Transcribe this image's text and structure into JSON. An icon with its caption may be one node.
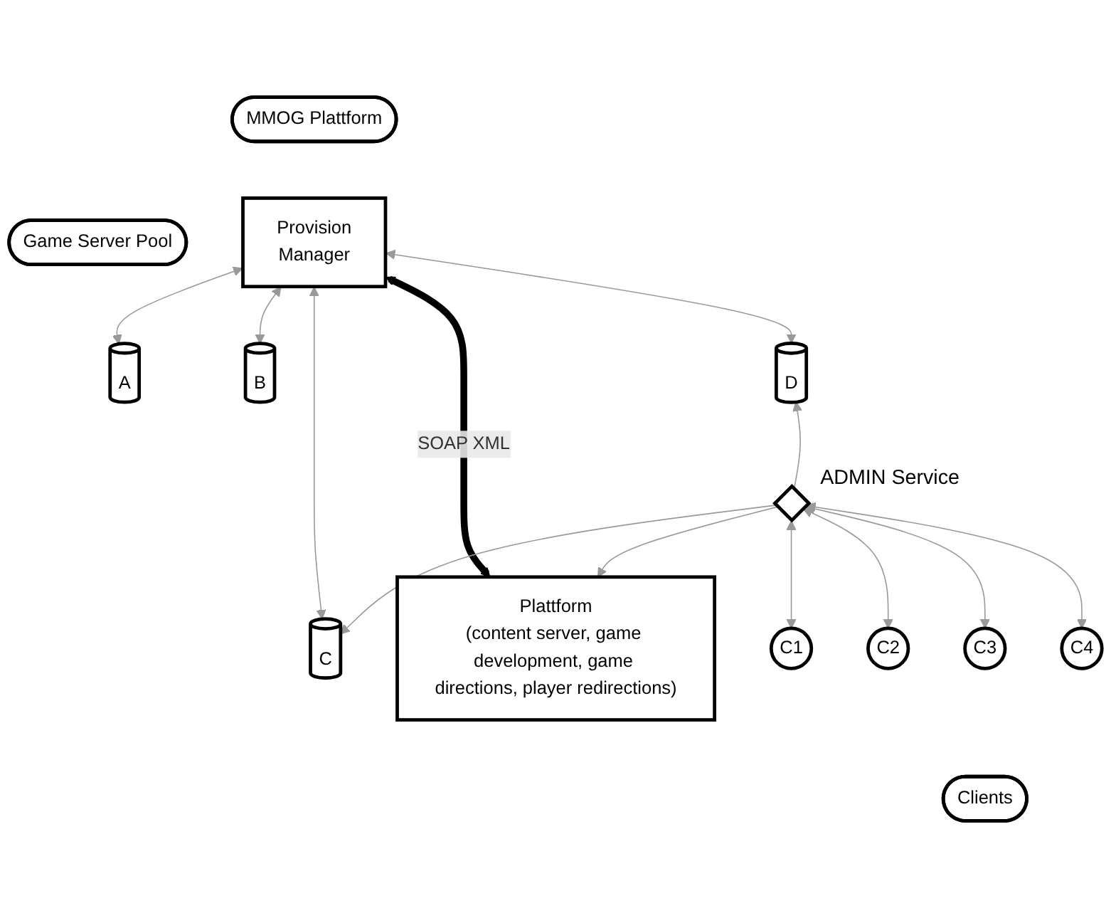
{
  "diagram": {
    "nodes": [
      {
        "text": [
          "Game Server Pool"
        ]
      },
      {
        "text": [
          "MMOG Plattform"
        ]
      },
      {
        "text": [
          "A"
        ]
      },
      {
        "text": [
          "B"
        ]
      },
      {
        "text": [
          "C"
        ]
      },
      {
        "text": [
          "D"
        ]
      },
      {
        "text": [
          "Provision",
          "Manager"
        ]
      },
      {
        "text": [
          "Plattform",
          "(content server, game development, game directions, player redirections)"
        ]
      },
      {
        "text": [],
        "shape": "diamond",
        "beside": [
          "ADMIN Service"
        ]
      },
      {
        "text": [
          "C1"
        ]
      },
      {
        "text": [
          "C2"
        ]
      },
      {
        "text": [
          "C3"
        ]
      },
      {
        "text": [
          "C4"
        ]
      },
      {
        "text": [
          "Clients"
        ]
      }
    ],
    "edges": [
      {
        "from": 6,
        "to": 2,
        "arrow": "both"
      },
      {
        "from": 6,
        "to": 3,
        "arrow": "both"
      },
      {
        "from": 6,
        "to": 4,
        "arrow": "both"
      },
      {
        "from": 6,
        "to": 5,
        "arrow": "both"
      },
      {
        "from": 6,
        "to": 7,
        "arrow": "both",
        "label": "SOAP XML",
        "style": "thick",
        "color": "#000000"
      },
      {
        "from": 8,
        "to": 4,
        "arrow": "to"
      },
      {
        "from": 8,
        "to": 5,
        "arrow": "to"
      },
      {
        "from": 8,
        "to": 7,
        "arrow": "to"
      },
      {
        "from": 8,
        "to": 9,
        "arrow": "both"
      },
      {
        "from": 8,
        "to": 10,
        "arrow": "both"
      },
      {
        "from": 8,
        "to": 11,
        "arrow": "both"
      },
      {
        "from": 8,
        "to": 12,
        "arrow": "both"
      }
    ]
  }
}
